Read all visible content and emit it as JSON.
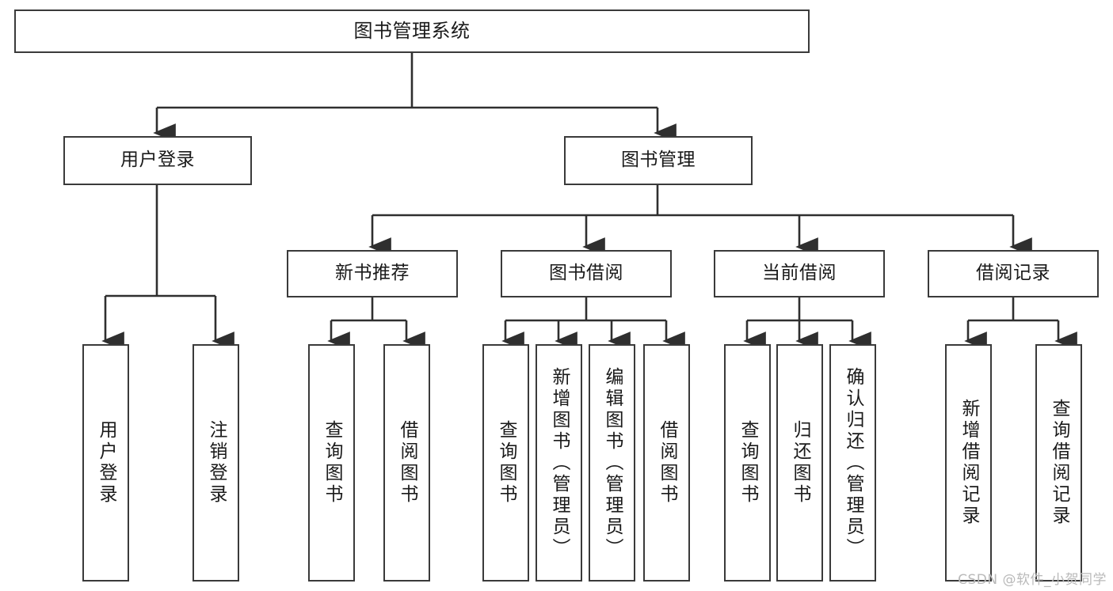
{
  "diagram": {
    "type": "tree",
    "title": "图书管理系统",
    "watermark": "CSDN @软件_小贺同学",
    "colors": {
      "box_border": "#3a3a3a",
      "box_fill": "#ffffff",
      "edge": "#2f2f2f",
      "text": "#1a1a1a",
      "watermark": "#b9b9b9",
      "background": "#ffffff"
    },
    "nodes": {
      "root": {
        "label": "图书管理系统"
      },
      "level2": [
        {
          "id": "user-login",
          "label": "用户登录"
        },
        {
          "id": "book-management",
          "label": "图书管理"
        }
      ],
      "level3": [
        {
          "id": "new-book-recommend",
          "label": "新书推荐"
        },
        {
          "id": "book-borrow",
          "label": "图书借阅"
        },
        {
          "id": "current-borrow",
          "label": "当前借阅"
        },
        {
          "id": "borrow-record",
          "label": "借阅记录"
        }
      ],
      "leaves": {
        "user_login": [
          {
            "id": "leaf-user-login",
            "label": "用户登录"
          },
          {
            "id": "leaf-logout",
            "label": "注销登录"
          }
        ],
        "new_book_recommend": [
          {
            "id": "leaf-query-book-1",
            "label": "查询图书"
          },
          {
            "id": "leaf-borrow-book-1",
            "label": "借阅图书"
          }
        ],
        "book_borrow": [
          {
            "id": "leaf-query-book-2",
            "label": "查询图书"
          },
          {
            "id": "leaf-add-book",
            "label": "新增图书（管理员）"
          },
          {
            "id": "leaf-edit-book",
            "label": "编辑图书（管理员）"
          },
          {
            "id": "leaf-borrow-book-2",
            "label": "借阅图书"
          }
        ],
        "current_borrow": [
          {
            "id": "leaf-query-book-3",
            "label": "查询图书"
          },
          {
            "id": "leaf-return-book",
            "label": "归还图书"
          },
          {
            "id": "leaf-confirm-return",
            "label": "确认归还（管理员）"
          }
        ],
        "borrow_record": [
          {
            "id": "leaf-add-record",
            "label": "新增借阅记录"
          },
          {
            "id": "leaf-query-record",
            "label": "查询借阅记录"
          }
        ]
      }
    }
  }
}
